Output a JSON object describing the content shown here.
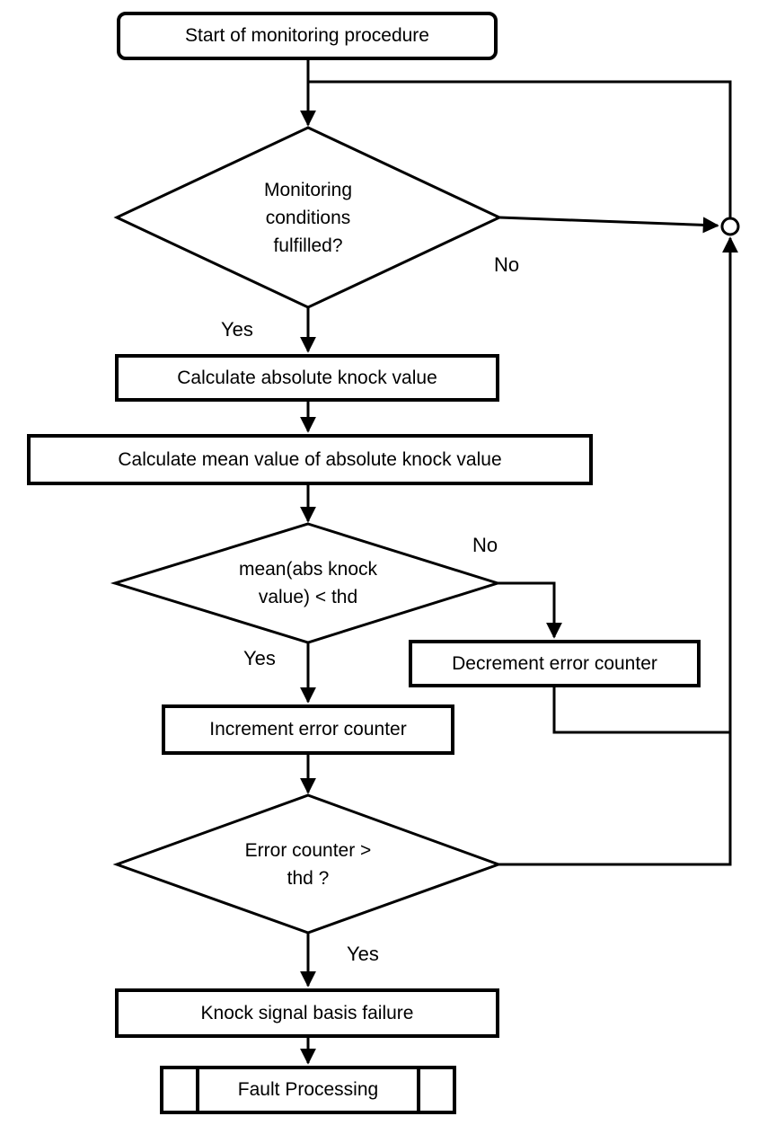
{
  "colors": {
    "ink": "#000000",
    "background": "#ffffff"
  },
  "flowchart": {
    "nodes": {
      "start": {
        "type": "terminator",
        "label": "Start of monitoring procedure"
      },
      "monitoring": {
        "type": "decision",
        "label": [
          "Monitoring",
          "conditions",
          "fulfilled?"
        ]
      },
      "calc_abs": {
        "type": "process",
        "label": "Calculate absolute knock value"
      },
      "calc_mean": {
        "type": "process",
        "label": "Calculate mean value of absolute knock value"
      },
      "mean_check": {
        "type": "decision",
        "label": [
          "mean(abs knock",
          "value) < thd"
        ]
      },
      "decrement": {
        "type": "process",
        "label": "Decrement error counter"
      },
      "increment": {
        "type": "process",
        "label": "Increment error counter"
      },
      "error_check": {
        "type": "decision",
        "label": [
          "Error counter >",
          "thd ?"
        ]
      },
      "failure": {
        "type": "process",
        "label": "Knock signal basis failure"
      },
      "fault": {
        "type": "predefined-process",
        "label": "Fault Processing"
      }
    },
    "edges": {
      "monitoring_no": {
        "label": "No"
      },
      "monitoring_yes": {
        "label": "Yes"
      },
      "mean_no": {
        "label": "No"
      },
      "mean_yes": {
        "label": "Yes"
      },
      "error_yes": {
        "label": "Yes"
      }
    }
  }
}
